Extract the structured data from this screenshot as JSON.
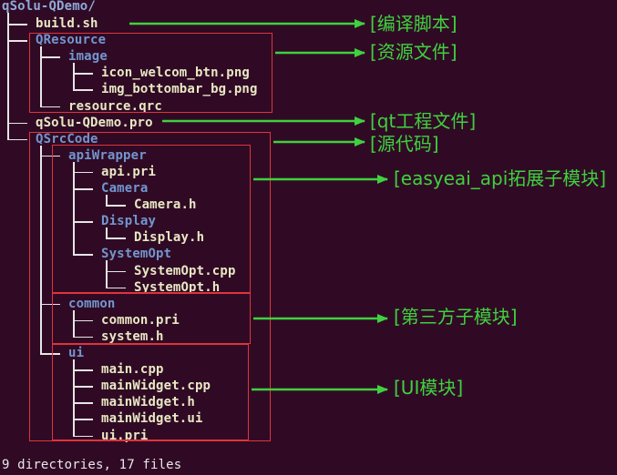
{
  "tree": {
    "root": "qSolu-QDemo/",
    "entries": [
      {
        "name": "build.sh",
        "type": "file",
        "depth": 1
      },
      {
        "name": "QResource",
        "type": "dir",
        "depth": 1
      },
      {
        "name": "image",
        "type": "dir",
        "depth": 2
      },
      {
        "name": "icon_welcom_btn.png",
        "type": "file",
        "depth": 3
      },
      {
        "name": "img_bottombar_bg.png",
        "type": "file",
        "depth": 3
      },
      {
        "name": "resource.qrc",
        "type": "file",
        "depth": 2
      },
      {
        "name": "qSolu-QDemo.pro",
        "type": "file",
        "depth": 1
      },
      {
        "name": "QSrcCode",
        "type": "dir",
        "depth": 1
      },
      {
        "name": "apiWrapper",
        "type": "dir",
        "depth": 2
      },
      {
        "name": "api.pri",
        "type": "file",
        "depth": 3
      },
      {
        "name": "Camera",
        "type": "dir",
        "depth": 3
      },
      {
        "name": "Camera.h",
        "type": "file",
        "depth": 4
      },
      {
        "name": "Display",
        "type": "dir",
        "depth": 3
      },
      {
        "name": "Display.h",
        "type": "file",
        "depth": 4
      },
      {
        "name": "SystemOpt",
        "type": "dir",
        "depth": 3
      },
      {
        "name": "SystemOpt.cpp",
        "type": "file",
        "depth": 4
      },
      {
        "name": "SystemOpt.h",
        "type": "file",
        "depth": 4
      },
      {
        "name": "common",
        "type": "dir",
        "depth": 2
      },
      {
        "name": "common.pri",
        "type": "file",
        "depth": 3
      },
      {
        "name": "system.h",
        "type": "file",
        "depth": 3
      },
      {
        "name": "ui",
        "type": "dir",
        "depth": 2
      },
      {
        "name": "main.cpp",
        "type": "file",
        "depth": 3
      },
      {
        "name": "mainWidget.cpp",
        "type": "file",
        "depth": 3
      },
      {
        "name": "mainWidget.h",
        "type": "file",
        "depth": 3
      },
      {
        "name": "mainWidget.ui",
        "type": "file",
        "depth": 3
      },
      {
        "name": "ui.pri",
        "type": "file",
        "depth": 3
      }
    ],
    "summary": "9 directories, 17 files"
  },
  "annotations": {
    "build_script": "[编译脚本]",
    "resource_files": "[资源文件]",
    "qt_project_file": "[qt工程文件]",
    "source_code": "[源代码]",
    "api_module": "[easyeai_api拓展子模块]",
    "third_party_module": "[第三方子模块]",
    "ui_module": "[UI模块]"
  },
  "colors": {
    "background": "#300a24",
    "directory": "#7296cf",
    "file": "#e8e8c4",
    "annotation": "#3fd13f",
    "highlight_box": "#e0333c"
  }
}
